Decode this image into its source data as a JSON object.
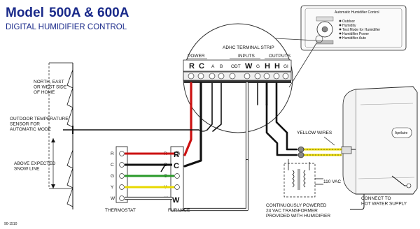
{
  "header": {
    "model_prefix": "Model",
    "model_numbers": "500A & 600A",
    "subtitle": "DIGITAL HUMIDIFIER CONTROL"
  },
  "control_panel": {
    "title": "Automatic Humidifier Control",
    "items": [
      "Outdoor",
      "Humidity",
      "Test Mode for Humidifier",
      "Humidifier Power",
      "Humidifier Auto"
    ]
  },
  "terminal_strip": {
    "title": "ADHC TERMINAL STRIP",
    "group_power": "POWER",
    "group_inputs": "INPUTS",
    "group_outputs": "OUTPUTS",
    "terminals": [
      "R",
      "C",
      "A",
      "B",
      "ODT",
      "W",
      "G",
      "H",
      "H",
      "GI"
    ]
  },
  "house": {
    "wall_label": "NORTH, EAST\nOR WEST SIDE\nOF HOME",
    "sensor_label": "OUTDOOR TEMPERATURE\nSENSOR FOR\nAUTOMATIC MODE",
    "snow_label": "ABOVE EXPECTED\nSNOW LINE"
  },
  "thermostat": {
    "label": "THERMOSTAT",
    "terminals": [
      "R",
      "C",
      "G",
      "Y",
      "W"
    ]
  },
  "furnace": {
    "label": "FURNACE",
    "terminals": [
      "R",
      "C",
      "G",
      "Y",
      "W"
    ]
  },
  "humidifier": {
    "brand": "Aprilaire",
    "yellow_wires_label": "YELLOW WIRES",
    "voltage_label": "110 VAC",
    "transformer_label": "CONTINUOUSLY POWERED\n24 VAC TRANSFORMER\nPROVIDED WITH HUMIDIFIER",
    "water_label": "CONNECT TO\nHOT WATER SUPPLY"
  },
  "footer": {
    "code": "90-1510"
  },
  "colors": {
    "title": "#1a2a8a",
    "red_wire": "#cc1111",
    "black_wire": "#111111",
    "green_wire": "#2a9a2a",
    "yellow_wire": "#e8d800",
    "white_wire": "#f4f4f4"
  }
}
